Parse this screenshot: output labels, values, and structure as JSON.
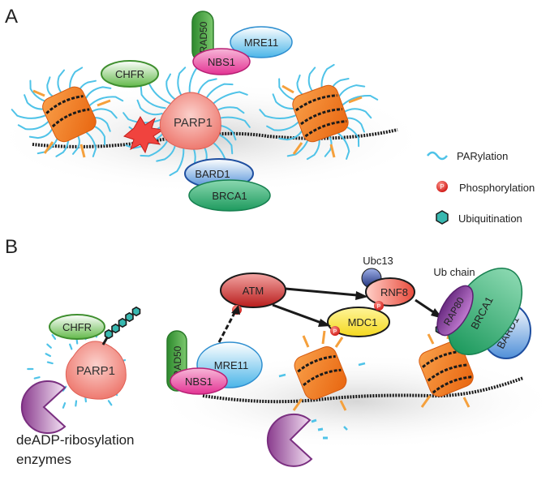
{
  "panels": {
    "a": {
      "letter": "A"
    },
    "b": {
      "letter": "B"
    }
  },
  "proteins": {
    "chfr": "CHFR",
    "parp1": "PARP1",
    "rad50": "RAD50",
    "nbs1": "NBS1",
    "mre11": "MRE11",
    "bard1": "BARD1",
    "brca1": "BRCA1",
    "atm": "ATM",
    "mdc1": "MDC1",
    "rnf8": "RNF8",
    "ubc13": "Ubc13",
    "rap80": "RAP80",
    "ub_chain": "Ub chain"
  },
  "legend": {
    "items": [
      {
        "label": "PARylation",
        "icon": "wavy-line-icon",
        "color": "#4fc3e8"
      },
      {
        "label": "Phosphorylation",
        "icon": "phospho-dot-icon",
        "color": "#e52421",
        "glyph": "P"
      },
      {
        "label": "Ubiquitination",
        "icon": "hexagon-icon",
        "color": "#38b8b0"
      }
    ]
  },
  "phospho_mark": "P",
  "enzymes_label_line1": "deADP-ribosylation",
  "enzymes_label_line2": "enzymes",
  "colors": {
    "par": "#4fc3e8",
    "histone": "#f07f22",
    "histone_tail": "#f5a03c",
    "parp1": "#f28b82",
    "chfr": "#63b94a",
    "rad50": "#3a9a3a",
    "nbs1": "#e33393",
    "mre11": "#4bb5e8",
    "bard1": "#2f6fc4",
    "brca1": "#28a86a",
    "atm": "#c8201e",
    "mdc1": "#f4e22a",
    "rnf8": "#e94b3c",
    "ubc13": "#2a3f8f",
    "rap80": "#8e3fa0",
    "enzyme": "#8a3c8e",
    "phospho": "#e52421",
    "ub": "#38b8b0",
    "dna": "#1a1a1a"
  }
}
